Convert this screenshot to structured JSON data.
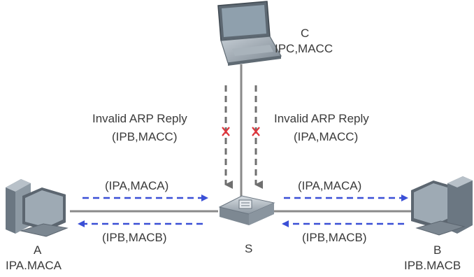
{
  "colors": {
    "flow_arrow": "#3a4fd6",
    "invalid_arrow": "#7a7a7a",
    "link_line": "#8a8a8a",
    "block_mark": "#e0343a",
    "device_body": "#9aa6b0"
  },
  "nodes": {
    "c": {
      "name": "C",
      "addr": "IPC,MACC",
      "icon": "laptop-icon"
    },
    "a": {
      "name": "A",
      "addr": "IPA.MACA",
      "icon": "desktop-pc-icon"
    },
    "b": {
      "name": "B",
      "addr": "IPB.MACB",
      "icon": "desktop-pc-icon"
    },
    "s": {
      "name": "S",
      "icon": "switch-icon"
    }
  },
  "invalid_replies": {
    "left": {
      "title": "Invalid ARP Reply",
      "pair": "(IPB,MACC)"
    },
    "right": {
      "title": "Invalid ARP Reply",
      "pair": "(IPA,MACC)"
    }
  },
  "flows": {
    "a_to_s": "(IPA,MACA)",
    "s_to_a": "(IPB,MACB)",
    "s_to_b": "(IPA,MACA)",
    "b_to_s": "(IPB,MACB)"
  }
}
